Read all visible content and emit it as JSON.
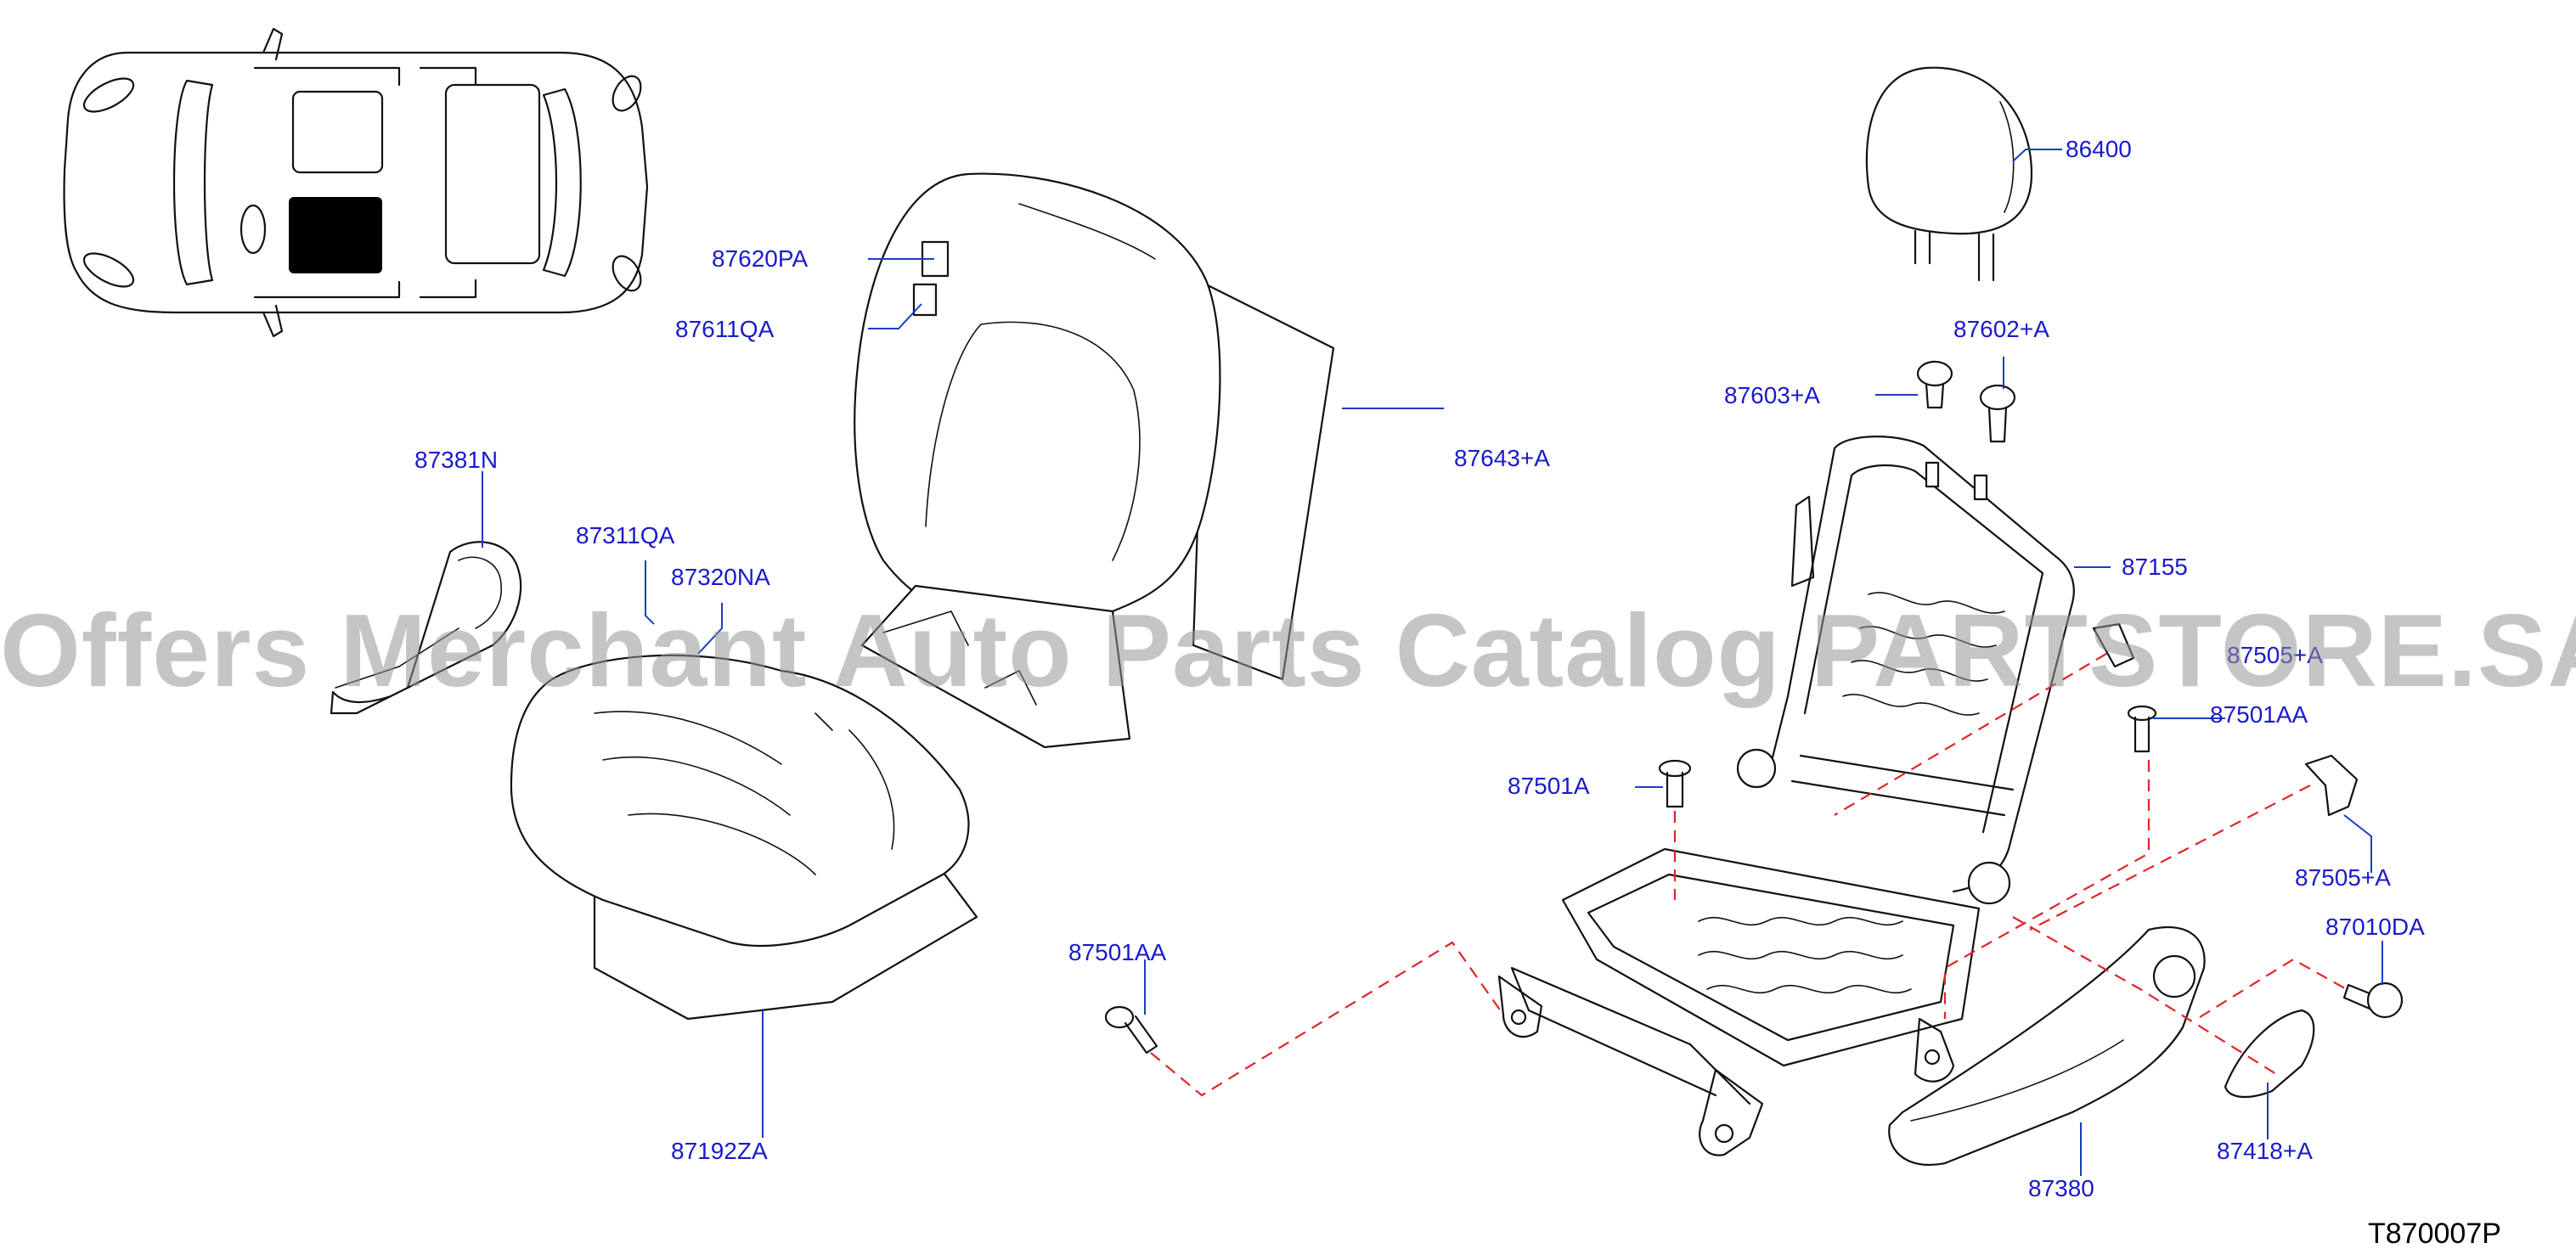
{
  "colors": {
    "label": "#1a1acc",
    "leader": "#1a3fbf",
    "dashed_line": "#e0242a",
    "outline": "#111111",
    "watermark": "#969696"
  },
  "watermark": "Offers Merchant Auto Parts Catalog PARTSTORE.SA",
  "diagram_code": "T870007P",
  "labels": {
    "p86400": "86400",
    "p87602a": "87602+A",
    "p87603a": "87603+A",
    "p87620pa": "87620PA",
    "p87611qa": "87611QA",
    "p87643a": "87643+A",
    "p87381n": "87381N",
    "p87311qa": "87311QA",
    "p87320na": "87320NA",
    "p87155": "87155",
    "p87505a_top": "87505+A",
    "p87501aa_right": "87501AA",
    "p87501a": "87501A",
    "p87505a": "87505+A",
    "p87010da": "87010DA",
    "p87501aa_left": "87501AA",
    "p87192za": "87192ZA",
    "p87380": "87380",
    "p87418a": "87418+A"
  }
}
